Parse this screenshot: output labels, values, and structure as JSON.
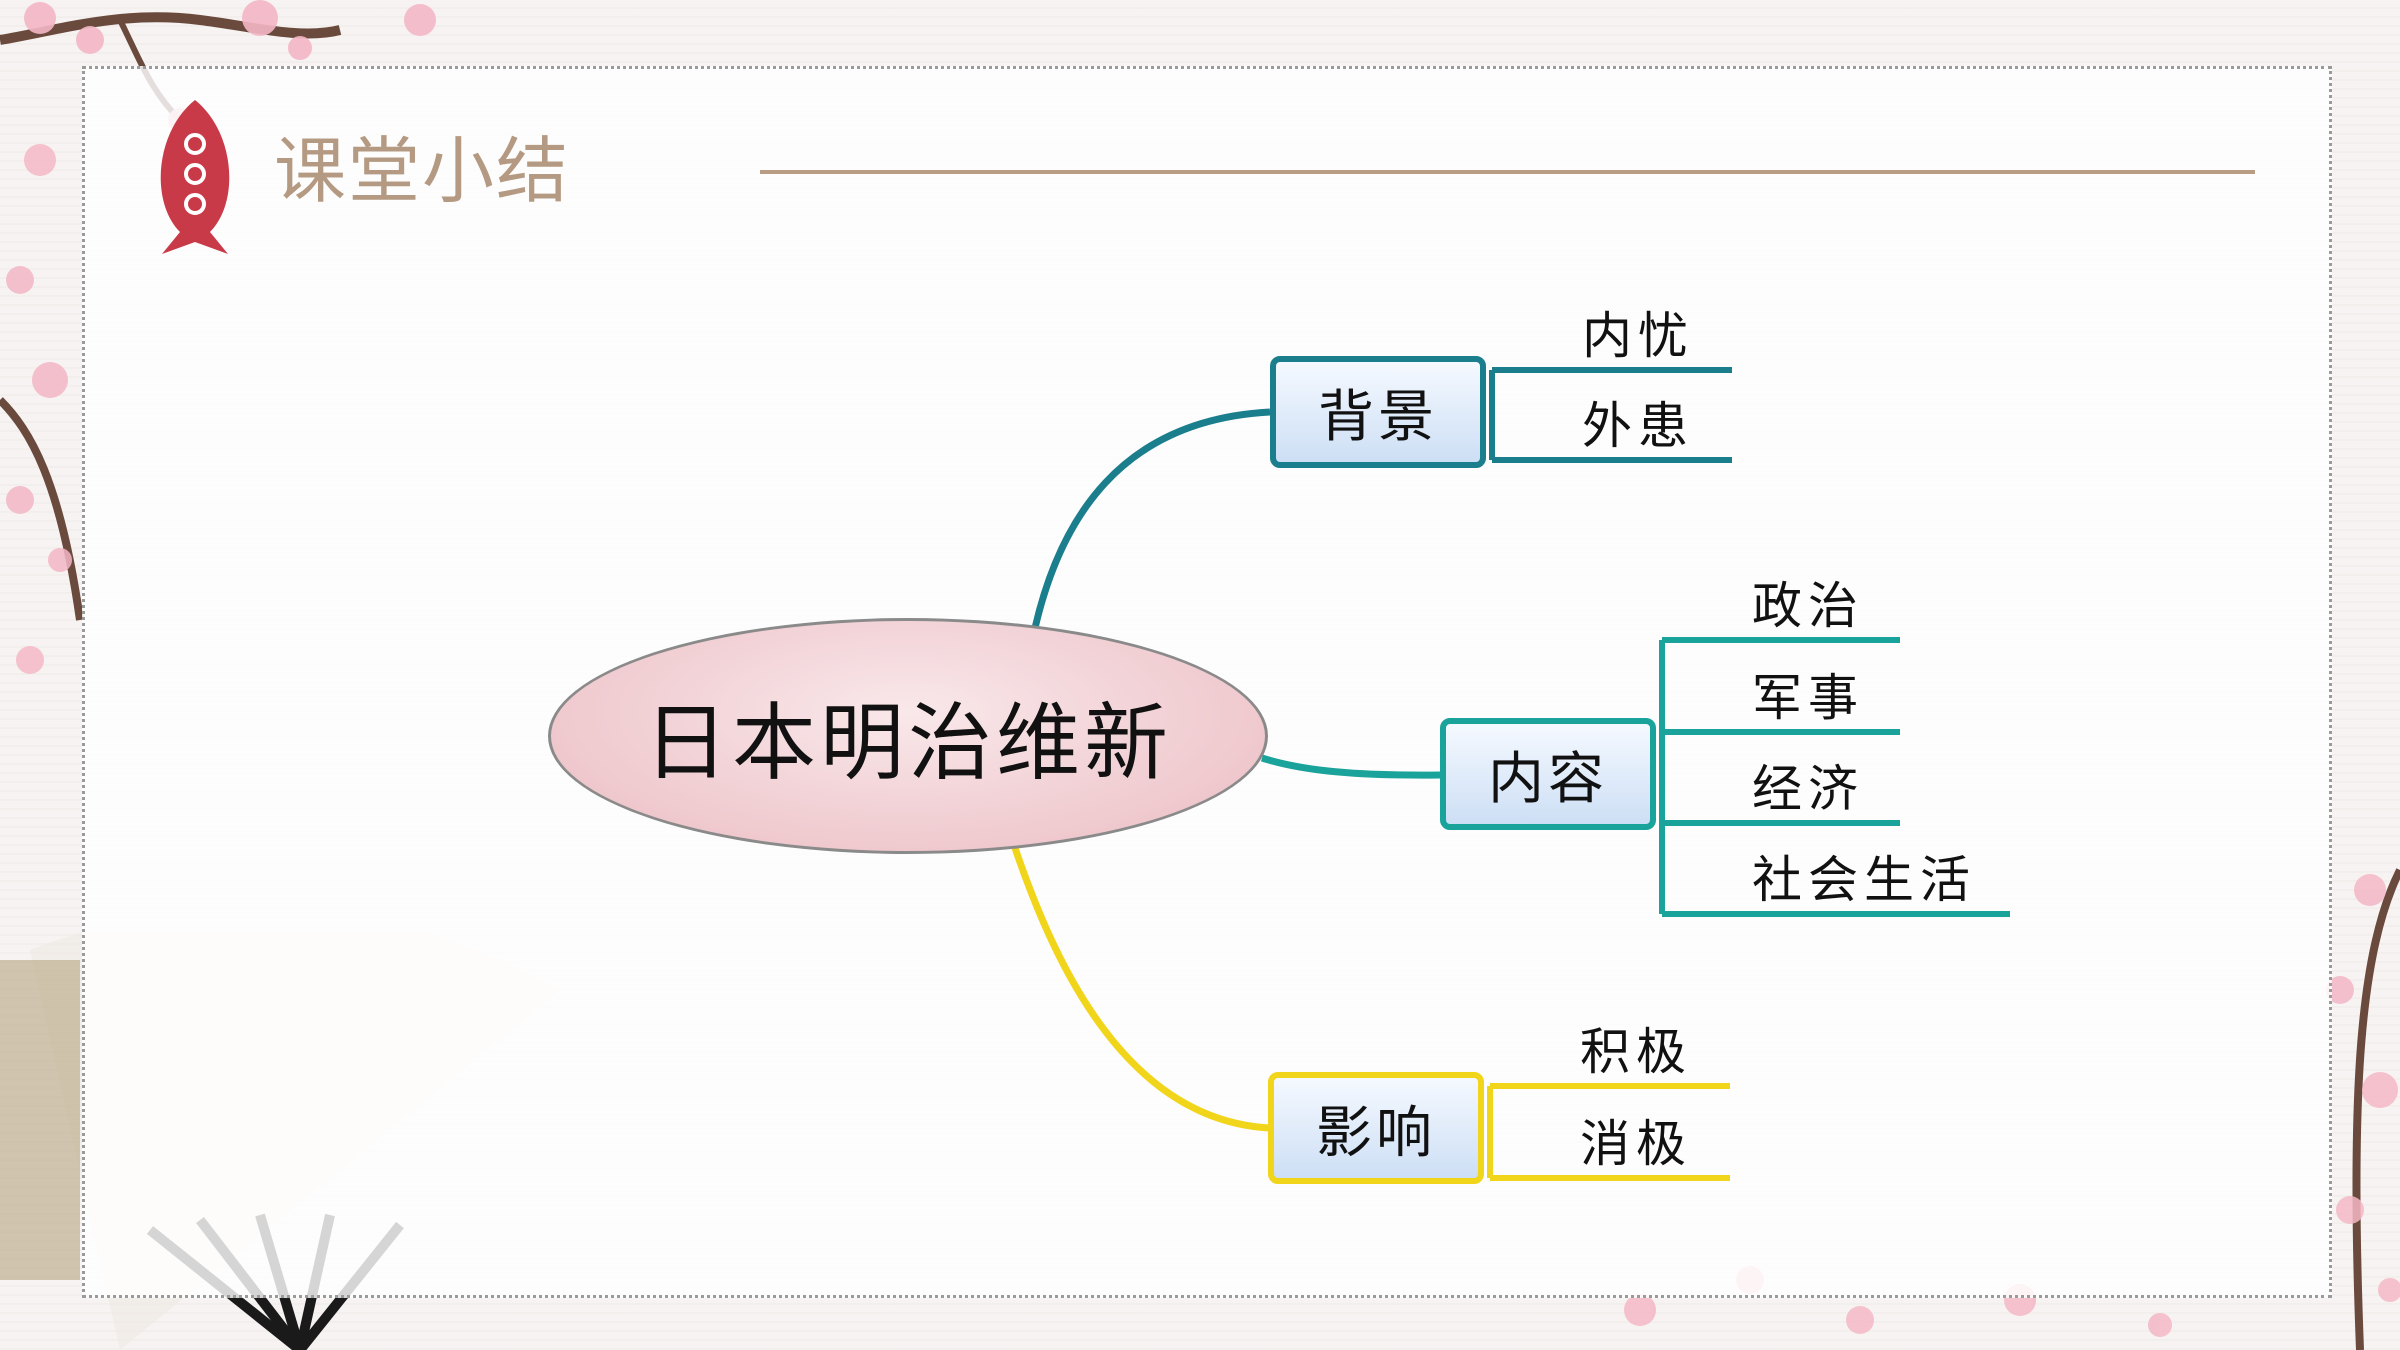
{
  "slide": {
    "title": "课堂小结"
  },
  "mindmap": {
    "center": "日本明治维新",
    "branches": [
      {
        "label": "背景",
        "color": "#1b7e8d",
        "leaves": [
          "内忧",
          "外患"
        ]
      },
      {
        "label": "内容",
        "color": "#1aa39a",
        "leaves": [
          "政治",
          "军事",
          "经济",
          "社会生活"
        ]
      },
      {
        "label": "影响",
        "color": "#f1d51a",
        "leaves": [
          "积极",
          "消极"
        ]
      }
    ]
  },
  "colors": {
    "title_text": "#b49a82",
    "title_rule": "#b99c84",
    "center_fill": "#efc9ce",
    "node_fill": "#cddff5"
  },
  "icons": [
    "fish-charm-icon",
    "cherry-blossom-icon",
    "folding-fan-icon"
  ]
}
